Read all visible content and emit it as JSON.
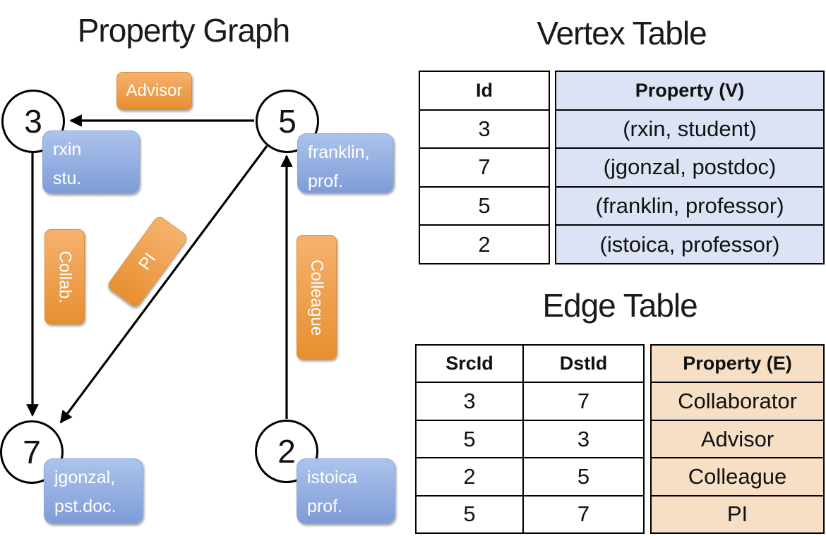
{
  "titles": {
    "graph": "Property Graph",
    "vertex_table": "Vertex Table",
    "edge_table": "Edge Table"
  },
  "graph": {
    "nodes": [
      {
        "id": "3",
        "label_line1": "rxin",
        "label_line2": "stu."
      },
      {
        "id": "5",
        "label_line1": "franklin,",
        "label_line2": "prof."
      },
      {
        "id": "7",
        "label_line1": "jgonzal,",
        "label_line2": "pst.doc."
      },
      {
        "id": "2",
        "label_line1": "istoica",
        "label_line2": "prof."
      }
    ],
    "edge_labels": {
      "advisor": "Advisor",
      "collab": "Collab.",
      "pi": "PI",
      "colleague": "Colleague"
    }
  },
  "vertex_table": {
    "col_id": "Id",
    "col_property": "Property (V)",
    "rows": [
      [
        "3",
        "(rxin, student)"
      ],
      [
        "7",
        "(jgonzal, postdoc)"
      ],
      [
        "5",
        "(franklin, professor)"
      ],
      [
        "2",
        "(istoica, professor)"
      ]
    ]
  },
  "edge_table": {
    "col_src": "SrcId",
    "col_dst": "DstId",
    "col_property": "Property (E)",
    "rows": [
      [
        "3",
        "7",
        "Collaborator"
      ],
      [
        "5",
        "3",
        "Advisor"
      ],
      [
        "2",
        "5",
        "Colleague"
      ],
      [
        "5",
        "7",
        "PI"
      ]
    ]
  },
  "colors": {
    "orange_top": "#F6B26E",
    "orange_bottom": "#E78F30",
    "orange_border": "#D98D33",
    "blue_top": "#ACC3EC",
    "blue_bottom": "#7E9CD6",
    "blue_border": "#8FA7DC",
    "vertex_fill": "#DBE3F4",
    "edge_fill": "#F6DFC5"
  }
}
